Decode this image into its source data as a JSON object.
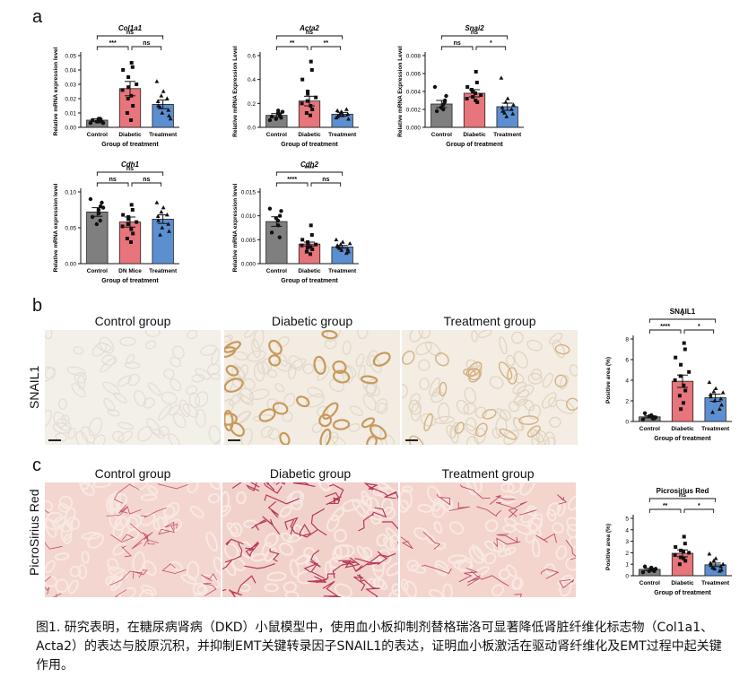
{
  "panels": {
    "a": "a",
    "b": "b",
    "c": "c"
  },
  "micrographs": {
    "col_titles": [
      "Control group",
      "Diabetic group",
      "Treatment group"
    ],
    "row_labels": [
      "SNAIL1",
      "PicroSirius Red"
    ]
  },
  "caption": "图1. 研究表明，在糖尿病肾病（DKD）小鼠模型中，使用血小板抑制剂替格瑞洛可显著降低肾脏纤维化标志物（Col1a1、Acta2）的表达与胶原沉积，并抑制EMT关键转录因子SNAIL1的表达，证明血小板激活在驱动肾纤维化及EMT过程中起关键作用。",
  "chart_data": [
    {
      "type": "bar",
      "title": "Col1a1",
      "categories": [
        "Control",
        "Diabetic",
        "Treatment"
      ],
      "values": [
        0.005,
        0.027,
        0.016
      ],
      "errors": [
        0.001,
        0.005,
        0.003
      ],
      "points": [
        [
          0.003,
          0.004,
          0.005,
          0.006,
          0.004,
          0.005,
          0.006,
          0.004,
          0.003
        ],
        [
          0.045,
          0.042,
          0.04,
          0.035,
          0.03,
          0.026,
          0.022,
          0.015,
          0.01,
          0.005,
          0.028,
          0.02
        ],
        [
          0.032,
          0.025,
          0.022,
          0.018,
          0.015,
          0.012,
          0.01,
          0.008,
          0.02,
          0.014,
          0.006
        ]
      ],
      "xlabel": "Group of treatment",
      "ylabel": "Relative mRNA expression level",
      "ylim": [
        0,
        0.05
      ],
      "yticks": [
        "0.00",
        "0.01",
        "0.02",
        "0.03",
        "0.04",
        "0.05"
      ],
      "colors": [
        "#7f7f7f",
        "#e8747c",
        "#5b8fd1"
      ],
      "comparisons": [
        {
          "from": 0,
          "to": 2,
          "label": "ns"
        },
        {
          "from": 0,
          "to": 1,
          "label": "***"
        },
        {
          "from": 1,
          "to": 2,
          "label": "ns"
        }
      ]
    },
    {
      "type": "bar",
      "title": "Acta2",
      "categories": [
        "Control",
        "Diabetic",
        "Treatment"
      ],
      "values": [
        0.1,
        0.22,
        0.11
      ],
      "errors": [
        0.015,
        0.04,
        0.015
      ],
      "points": [
        [
          0.06,
          0.08,
          0.1,
          0.12,
          0.14,
          0.09,
          0.11,
          0.07,
          0.13
        ],
        [
          0.55,
          0.48,
          0.4,
          0.3,
          0.25,
          0.2,
          0.18,
          0.15,
          0.12,
          0.1,
          0.28,
          0.22
        ],
        [
          0.08,
          0.1,
          0.12,
          0.14,
          0.09,
          0.11,
          0.13,
          0.07,
          0.15,
          0.1
        ]
      ],
      "xlabel": "Group of treatment",
      "ylabel": "Relative mRNA Expression Level",
      "ylim": [
        0,
        0.6
      ],
      "yticks": [
        "0.0",
        "0.2",
        "0.4",
        "0.6"
      ],
      "colors": [
        "#7f7f7f",
        "#e8747c",
        "#5b8fd1"
      ],
      "comparisons": [
        {
          "from": 0,
          "to": 2,
          "label": "ns"
        },
        {
          "from": 0,
          "to": 1,
          "label": "**"
        },
        {
          "from": 1,
          "to": 2,
          "label": "**"
        }
      ]
    },
    {
      "type": "bar",
      "title": "Snai2",
      "categories": [
        "Control",
        "Diabetic",
        "Treatment"
      ],
      "values": [
        0.0026,
        0.0038,
        0.0023
      ],
      "errors": [
        0.0004,
        0.0004,
        0.0004
      ],
      "points": [
        [
          0.0045,
          0.0035,
          0.003,
          0.0025,
          0.002,
          0.0018,
          0.0028,
          0.0022
        ],
        [
          0.0062,
          0.005,
          0.0045,
          0.004,
          0.0036,
          0.0032,
          0.003,
          0.0028,
          0.0042,
          0.0038,
          0.0034
        ],
        [
          0.0055,
          0.0032,
          0.0028,
          0.0022,
          0.0018,
          0.0015,
          0.0012,
          0.0025,
          0.002,
          0.0016
        ]
      ],
      "xlabel": "Group of treatment",
      "ylabel": "Relative mRNA Expression Level",
      "ylim": [
        0,
        0.008
      ],
      "yticks": [
        "0.000",
        "0.002",
        "0.004",
        "0.006",
        "0.008"
      ],
      "colors": [
        "#7f7f7f",
        "#e8747c",
        "#5b8fd1"
      ],
      "comparisons": [
        {
          "from": 0,
          "to": 2,
          "label": "ns"
        },
        {
          "from": 0,
          "to": 1,
          "label": "ns"
        },
        {
          "from": 1,
          "to": 2,
          "label": "*"
        }
      ]
    },
    {
      "type": "bar",
      "title": "Cdh1",
      "categories": [
        "Control",
        "DN Mice",
        "Treatment"
      ],
      "values": [
        0.072,
        0.058,
        0.062
      ],
      "errors": [
        0.006,
        0.007,
        0.006
      ],
      "points": [
        [
          0.09,
          0.085,
          0.08,
          0.075,
          0.07,
          0.065,
          0.06,
          0.055,
          0.078
        ],
        [
          0.082,
          0.075,
          0.068,
          0.062,
          0.058,
          0.052,
          0.048,
          0.042,
          0.035,
          0.03,
          0.065,
          0.055
        ],
        [
          0.085,
          0.078,
          0.072,
          0.066,
          0.06,
          0.055,
          0.05,
          0.045,
          0.068,
          0.04
        ]
      ],
      "xlabel": "Group of treatment",
      "ylabel": "Relative mRNA expression level",
      "ylim": [
        0,
        0.1
      ],
      "yticks": [
        "0.00",
        "0.05",
        "0.10"
      ],
      "colors": [
        "#7f7f7f",
        "#e8747c",
        "#5b8fd1"
      ],
      "comparisons": [
        {
          "from": 0,
          "to": 2,
          "label": "ns"
        },
        {
          "from": 0,
          "to": 1,
          "label": "ns"
        },
        {
          "from": 1,
          "to": 2,
          "label": "ns"
        }
      ]
    },
    {
      "type": "bar",
      "title": "Cdh2",
      "categories": [
        "Control",
        "Diabetic",
        "Treatment"
      ],
      "values": [
        0.0088,
        0.0041,
        0.0035
      ],
      "errors": [
        0.001,
        0.0004,
        0.0003
      ],
      "points": [
        [
          0.0115,
          0.011,
          0.01,
          0.009,
          0.008,
          0.0065,
          0.0055,
          0.0095
        ],
        [
          0.008,
          0.006,
          0.005,
          0.0045,
          0.004,
          0.0038,
          0.0035,
          0.003,
          0.0025,
          0.002,
          0.0042,
          0.0033
        ],
        [
          0.005,
          0.0045,
          0.004,
          0.0038,
          0.0035,
          0.003,
          0.0028,
          0.0025,
          0.0022,
          0.0032,
          0.0042
        ]
      ],
      "xlabel": "Group of treatment",
      "ylabel": "Relative mRNA expression level",
      "ylim": [
        0,
        0.015
      ],
      "yticks": [
        "0.000",
        "0.005",
        "0.010",
        "0.015"
      ],
      "colors": [
        "#7f7f7f",
        "#e8747c",
        "#5b8fd1"
      ],
      "comparisons": [
        {
          "from": 0,
          "to": 2,
          "label": "****"
        },
        {
          "from": 0,
          "to": 1,
          "label": "****"
        },
        {
          "from": 1,
          "to": 2,
          "label": "ns"
        }
      ]
    },
    {
      "type": "bar",
      "title": "SNAIL1",
      "categories": [
        "Control",
        "Diabetic",
        "Treatment"
      ],
      "values": [
        0.45,
        3.9,
        2.3
      ],
      "errors": [
        0.1,
        0.6,
        0.35
      ],
      "points": [
        [
          0.2,
          0.3,
          0.4,
          0.5,
          0.6,
          0.8,
          0.3,
          0.5,
          0.4
        ],
        [
          7.6,
          7.0,
          6.2,
          5.5,
          4.8,
          4.0,
          3.5,
          3.0,
          2.5,
          1.8,
          1.2,
          4.4
        ],
        [
          3.8,
          3.2,
          2.9,
          2.6,
          2.4,
          2.2,
          2.0,
          1.6,
          1.2,
          0.9,
          2.8
        ]
      ],
      "xlabel": "Group of treatment",
      "ylabel": "Positive area (%)",
      "ylim": [
        0,
        8
      ],
      "yticks": [
        "0",
        "2",
        "4",
        "6",
        "8"
      ],
      "colors": [
        "#7f7f7f",
        "#e8747c",
        "#5b8fd1"
      ],
      "comparisons": [
        {
          "from": 0,
          "to": 2,
          "label": "*"
        },
        {
          "from": 0,
          "to": 1,
          "label": "****"
        },
        {
          "from": 1,
          "to": 2,
          "label": "*"
        }
      ]
    },
    {
      "type": "bar",
      "title": "Picrosirius Red",
      "categories": [
        "Control",
        "Diabetic",
        "Treatment"
      ],
      "values": [
        0.55,
        1.95,
        0.95
      ],
      "errors": [
        0.1,
        0.3,
        0.15
      ],
      "points": [
        [
          0.3,
          0.4,
          0.5,
          0.6,
          0.7,
          0.8,
          0.5,
          0.4,
          0.6
        ],
        [
          3.4,
          2.8,
          2.5,
          2.2,
          2.0,
          1.8,
          1.5,
          1.3,
          1.0,
          2.1,
          1.6
        ],
        [
          1.9,
          1.5,
          1.3,
          1.1,
          0.9,
          0.8,
          0.6,
          0.5,
          0.4,
          0.7,
          1.0
        ]
      ],
      "xlabel": "Group of treatment",
      "ylabel": "Positive area (%)",
      "ylim": [
        0,
        5
      ],
      "yticks": [
        "0",
        "1",
        "2",
        "3",
        "4",
        "5"
      ],
      "colors": [
        "#7f7f7f",
        "#e8747c",
        "#5b8fd1"
      ],
      "comparisons": [
        {
          "from": 0,
          "to": 2,
          "label": "ns"
        },
        {
          "from": 0,
          "to": 1,
          "label": "**"
        },
        {
          "from": 1,
          "to": 2,
          "label": "*"
        }
      ]
    }
  ]
}
